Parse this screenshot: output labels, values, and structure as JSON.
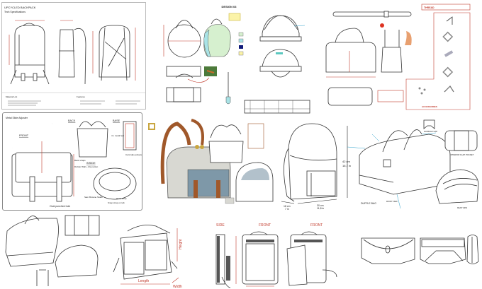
{
  "backpack_sheet": {
    "title": "UPCYCLED BACKPACK",
    "subtitle": "Tech Specifications",
    "material_list_label": "Material List",
    "features_label": "Features"
  },
  "design03": {
    "title": "DESIGN 03",
    "swatch_colors": [
      "#d6f0cf",
      "#a9e3e6",
      "#101a7a",
      "#fbf3a8"
    ]
  },
  "duffel_red": {
    "thread_label": "THREAD",
    "accessories_label": "ACCESSORIES"
  },
  "messenger": {
    "adjuster_label": "Metal Slide Adjuster",
    "front_label": "FRONT",
    "back_label": "BACK",
    "base_label": "BASE",
    "inside_label": "INSIDE",
    "feet_label": "4 x metal feet",
    "back_strap_label": "Back straps",
    "divider_label": "Divider Wall + Zip pocket",
    "card_label": "Card slip pockets",
    "studs_label": "Sam Browne Studs",
    "hook_label": "Hook strap",
    "snap_label": "Snap strap on tab",
    "oval_label": "Oval punched hole"
  },
  "backpack_dims": {
    "height": "42 cm\n16,7 in",
    "height_cm": "42 cm",
    "height_in": "16,7 in",
    "depth_cm": "18 cm",
    "depth_in": "7 in",
    "width_cm": "30 cm",
    "width_in": "11,8 in"
  },
  "duffle": {
    "title": "DUFFLE BAG",
    "handle_flap": "HANDLE FLAP",
    "interior_flap": "INTERIOR FLAP POCKET",
    "front_view": "FRONT VIEW",
    "rear_view": "REAR VIEW"
  },
  "shoulder_bag": {
    "height": "Height",
    "length": "Length",
    "width": "Width"
  },
  "crossbody": {
    "side": "SIDE",
    "front1": "FRONT",
    "front2": "FRONT"
  },
  "colors": {
    "dimension_red": "#c0392b",
    "callout_blue": "#2a9fc9",
    "leather_brown": "#a0582a",
    "canvas_grey": "#d8d8d2",
    "denim_blue": "#7e98a8"
  }
}
